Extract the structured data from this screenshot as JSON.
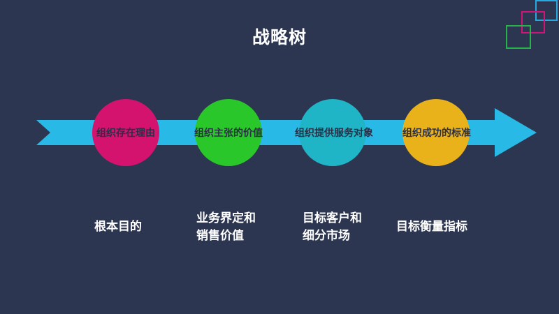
{
  "title": "战略树",
  "colors": {
    "background": "#2d3651",
    "arrow": "#29b9e6",
    "circle1": "#d4136f",
    "circle2": "#29c729",
    "circle3": "#1fb4c6",
    "circle4": "#eab21a",
    "deco_blue": "#27a9e1",
    "deco_pink": "#d4137a",
    "deco_green": "#27b34a"
  },
  "steps": [
    {
      "circle_label": "组织存在理由",
      "bottom_lines": [
        "根本目的"
      ]
    },
    {
      "circle_label": "组织主张的价值",
      "bottom_lines": [
        "业务界定和",
        "销售价值"
      ]
    },
    {
      "circle_label": "组织提供服务对象",
      "bottom_lines": [
        "目标客户和",
        "细分市场"
      ]
    },
    {
      "circle_label": "组织成功的标准",
      "bottom_lines": [
        "目标衡量指标"
      ]
    }
  ]
}
